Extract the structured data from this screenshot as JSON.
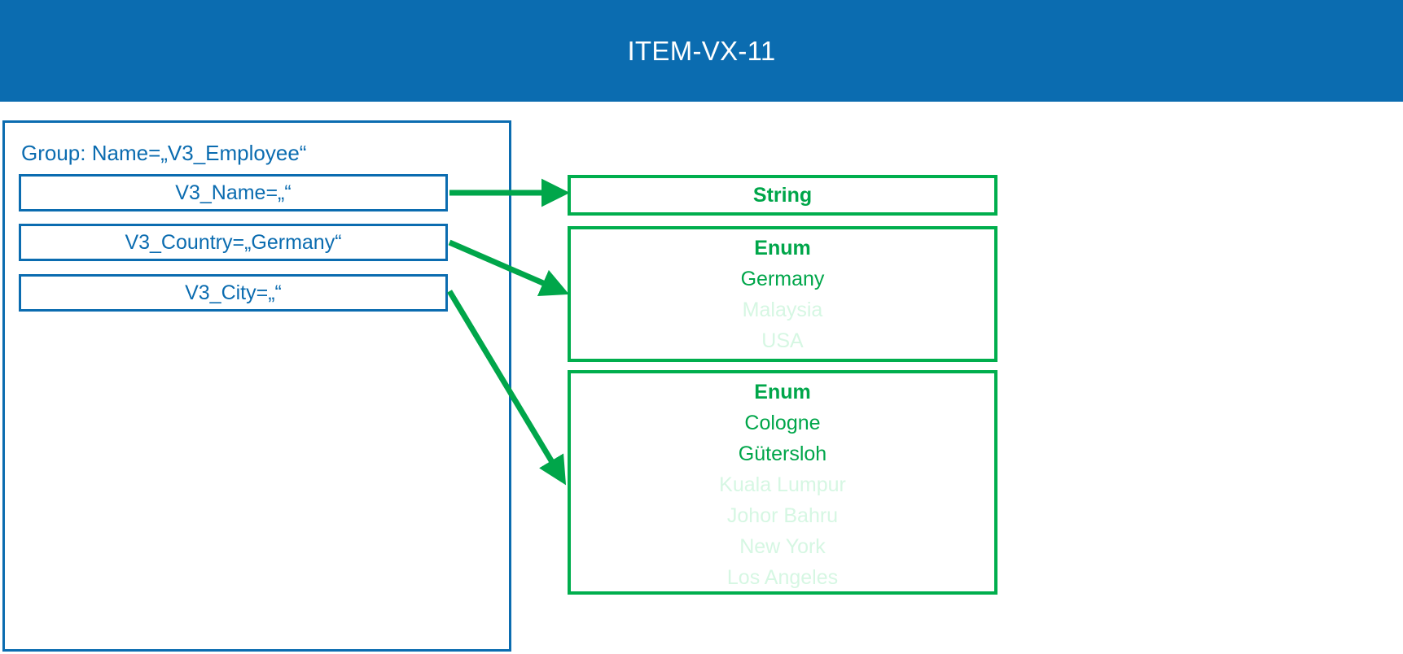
{
  "header": {
    "title": "ITEM-VX-11",
    "background_color": "#0b6cb0",
    "text_color": "#ffffff"
  },
  "colors": {
    "brand_blue": "#0b6cb0",
    "brand_green": "#00ae4d",
    "green_text": "#00a64a",
    "green_faded": "#d6f7e3",
    "white": "#ffffff"
  },
  "group_panel": {
    "label": "Group: Name=„V3_Employee“",
    "attributes": [
      {
        "label": "V3_Name=„“"
      },
      {
        "label": "V3_Country=„Germany“"
      },
      {
        "label": "V3_City=„“"
      }
    ]
  },
  "type_boxes": [
    {
      "kind": "string",
      "title": "String",
      "values": []
    },
    {
      "kind": "enum",
      "title": "Enum",
      "values": [
        {
          "label": "Germany",
          "state": "active"
        },
        {
          "label": "Malaysia",
          "state": "faded"
        },
        {
          "label": "USA",
          "state": "faded"
        }
      ]
    },
    {
      "kind": "enum",
      "title": "Enum",
      "values": [
        {
          "label": "Cologne",
          "state": "active"
        },
        {
          "label": "Gütersloh",
          "state": "active"
        },
        {
          "label": "Kuala Lumpur",
          "state": "faded"
        },
        {
          "label": "Johor Bahru",
          "state": "faded"
        },
        {
          "label": "New York",
          "state": "faded"
        },
        {
          "label": "Los Angeles",
          "state": "faded"
        }
      ]
    }
  ],
  "connectors": [
    {
      "name": "name-to-string",
      "from": "V3_Name=„“",
      "to": "String"
    },
    {
      "name": "country-to-enum",
      "from": "V3_Country=„Germany“",
      "to": "Enum (countries)"
    },
    {
      "name": "city-to-enum",
      "from": "V3_City=„“",
      "to": "Enum (cities)"
    }
  ]
}
